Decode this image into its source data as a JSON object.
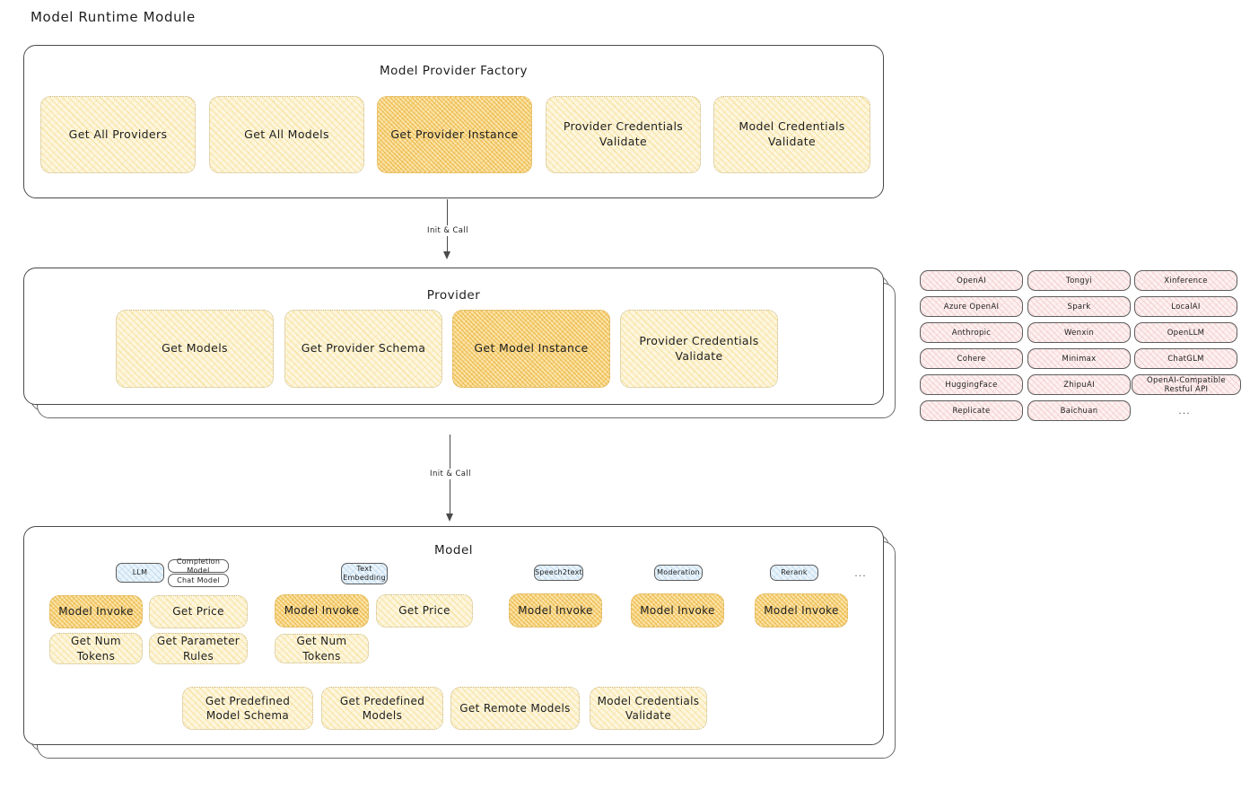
{
  "page": {
    "title": "Model Runtime Module"
  },
  "colors": {
    "node_fill": "#fdf6dd",
    "node_highlight_fill": "#fbe6ab",
    "provider_chip_fill": "#fdf0f0",
    "badge_fill": "#eaf4fb",
    "stroke": "#4a4a4a",
    "text": "#1e1e1e"
  },
  "factory": {
    "title": "Model Provider Factory",
    "nodes": [
      {
        "label": "Get All Providers",
        "highlight": false
      },
      {
        "label": "Get All Models",
        "highlight": false
      },
      {
        "label": "Get Provider Instance",
        "highlight": true
      },
      {
        "label": "Provider Credentials Validate",
        "highlight": false
      },
      {
        "label": "Model Credentials Validate",
        "highlight": false
      }
    ]
  },
  "arrow1": {
    "label": "Init & Call"
  },
  "provider": {
    "title": "Provider",
    "nodes": [
      {
        "label": "Get Models",
        "highlight": false
      },
      {
        "label": "Get Provider Schema",
        "highlight": false
      },
      {
        "label": "Get Model Instance",
        "highlight": true
      },
      {
        "label": "Provider Credentials Validate",
        "highlight": false
      }
    ]
  },
  "provider_list": {
    "columns": [
      {
        "items": [
          "OpenAI",
          "Azure OpenAI",
          "Anthropic",
          "Cohere",
          "HuggingFace",
          "Replicate"
        ]
      },
      {
        "items": [
          "Tongyi",
          "Spark",
          "Wenxin",
          "Minimax",
          "ZhipuAI",
          "Baichuan"
        ]
      },
      {
        "items": [
          "Xinference",
          "LocalAI",
          "OpenLLM",
          "ChatGLM",
          "OpenAI-Compatible Restful API"
        ]
      }
    ],
    "more": "..."
  },
  "arrow2": {
    "label": "Init & Call"
  },
  "model": {
    "title": "Model",
    "more": "...",
    "types": [
      {
        "badge": "LLM",
        "sub_badges": [
          "Completion Model",
          "Chat Model"
        ],
        "nodes": [
          {
            "label": "Model Invoke",
            "highlight": true
          },
          {
            "label": "Get Price",
            "highlight": false
          },
          {
            "label": "Get Num Tokens",
            "highlight": false
          },
          {
            "label": "Get Parameter Rules",
            "highlight": false
          }
        ]
      },
      {
        "badge": "Text Embedding",
        "sub_badges": [],
        "nodes": [
          {
            "label": "Model Invoke",
            "highlight": true
          },
          {
            "label": "Get Price",
            "highlight": false
          },
          {
            "label": "Get Num Tokens",
            "highlight": false
          }
        ]
      },
      {
        "badge": "Speech2text",
        "sub_badges": [],
        "nodes": [
          {
            "label": "Model Invoke",
            "highlight": true
          }
        ]
      },
      {
        "badge": "Moderation",
        "sub_badges": [],
        "nodes": [
          {
            "label": "Model Invoke",
            "highlight": true
          }
        ]
      },
      {
        "badge": "Rerank",
        "sub_badges": [],
        "nodes": [
          {
            "label": "Model Invoke",
            "highlight": true
          }
        ]
      }
    ],
    "shared_nodes": [
      {
        "label": "Get Predefined Model Schema"
      },
      {
        "label": "Get Predefined Models"
      },
      {
        "label": "Get Remote Models"
      },
      {
        "label": "Model Credentials Validate"
      }
    ]
  }
}
